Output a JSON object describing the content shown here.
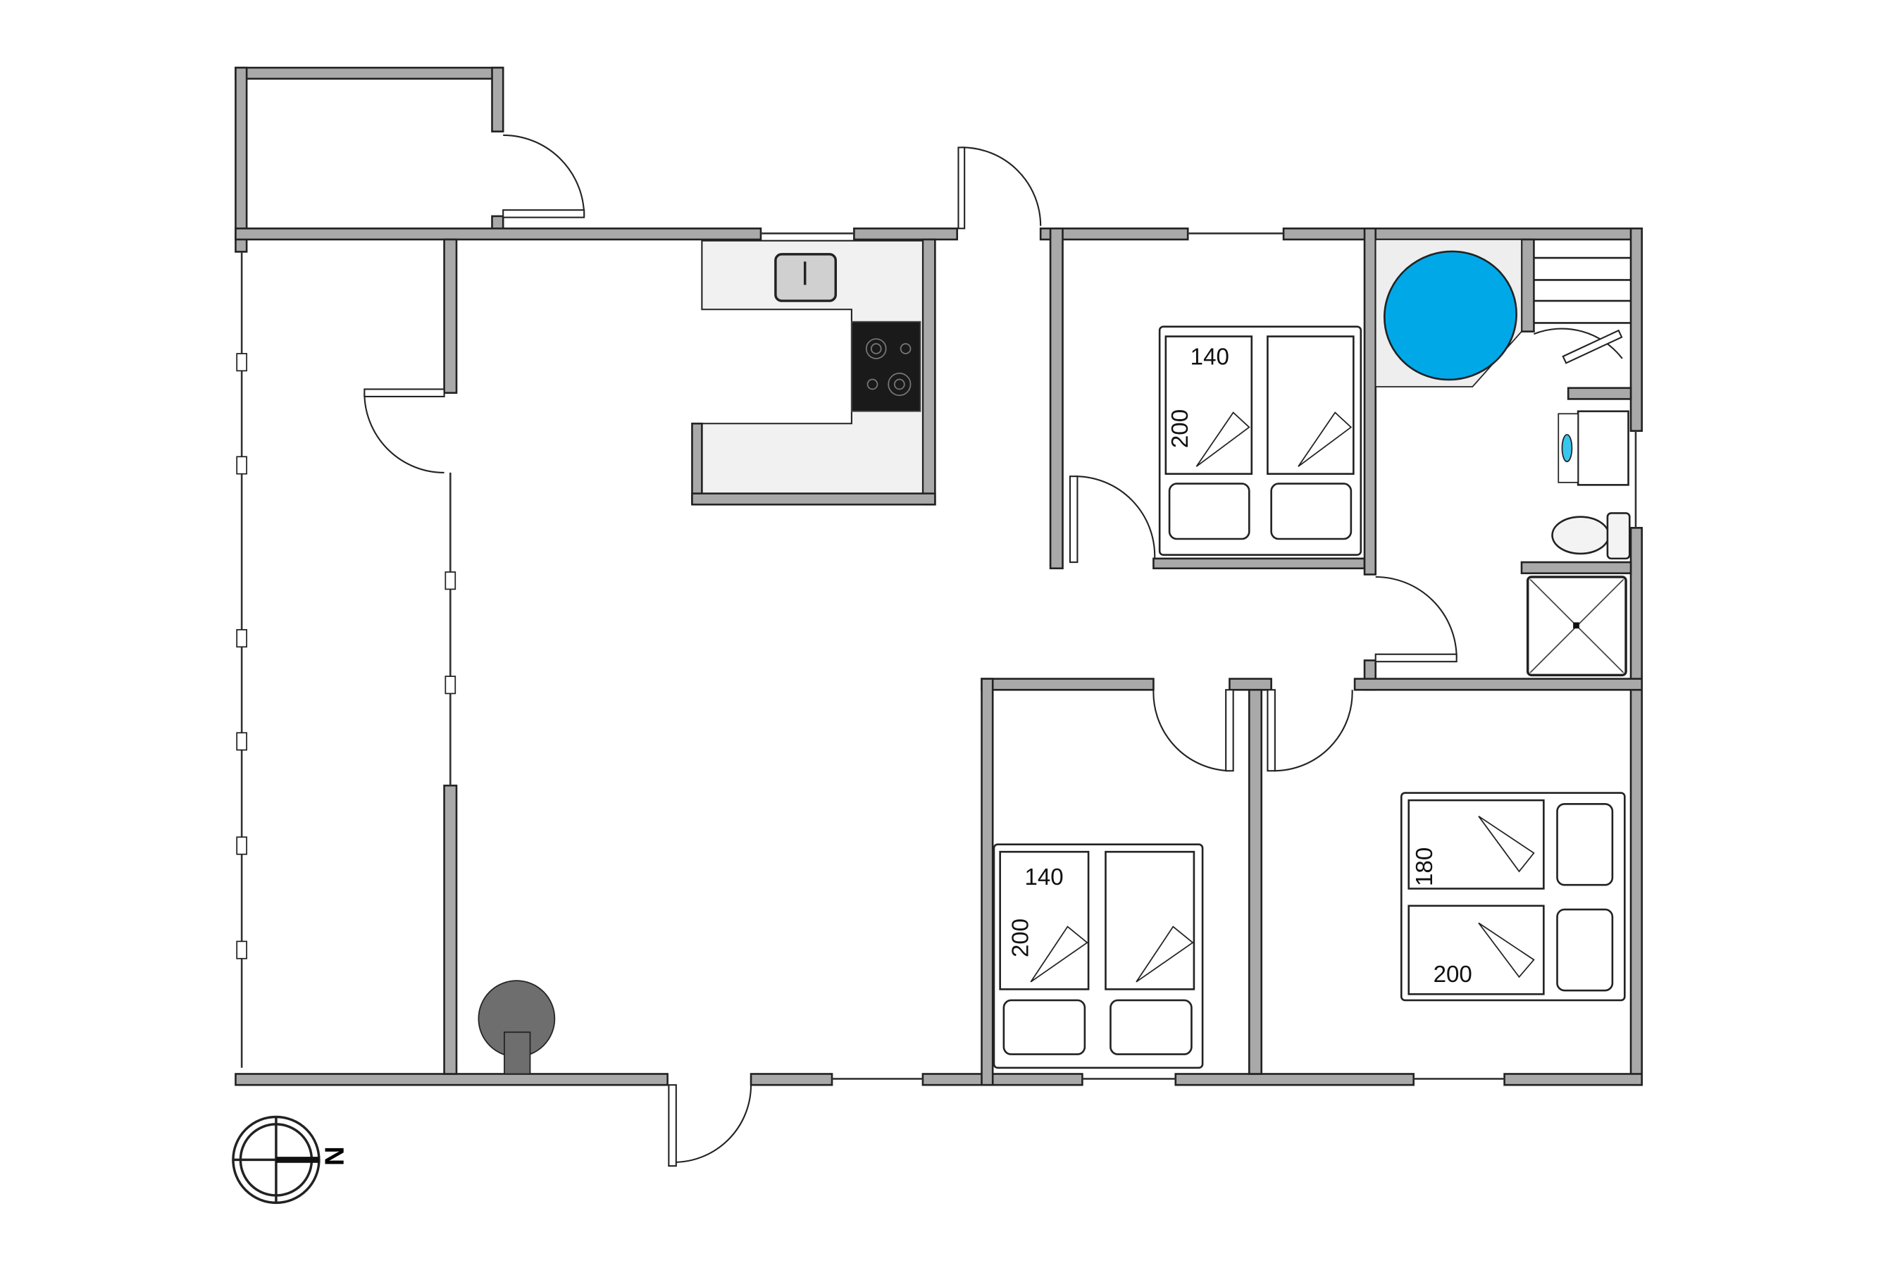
{
  "plan": {
    "bedroom_1": {
      "bed_width": "140",
      "bed_length": "200"
    },
    "bedroom_2": {
      "bed_width": "140",
      "bed_length": "200"
    },
    "bedroom_3": {
      "bed_width": "180",
      "bed_length": "200"
    },
    "compass": {
      "north_label": "N"
    }
  },
  "colors": {
    "wall": "#a9a9a9",
    "bathtub": "#00a8e8",
    "counter": "#f1f1f1",
    "stove": "#1a1a1a",
    "fireplace": "#6e6e6e"
  }
}
